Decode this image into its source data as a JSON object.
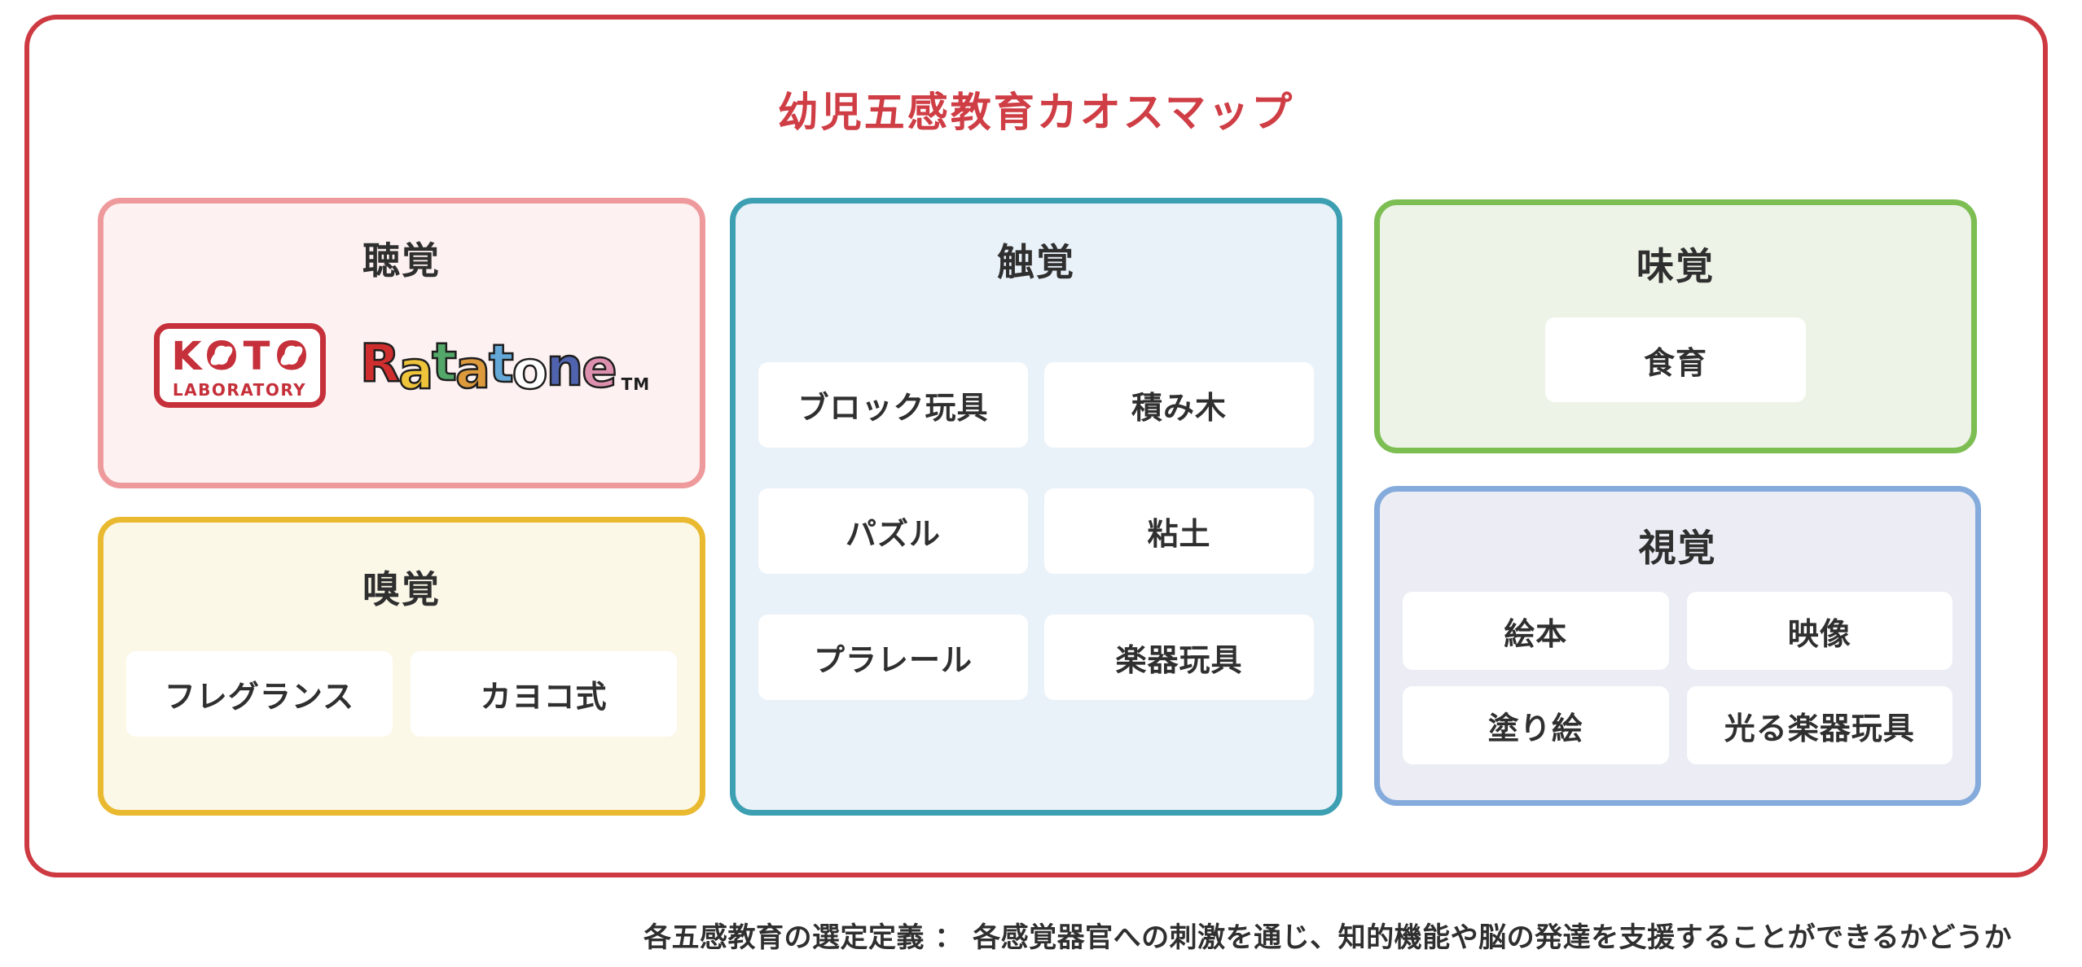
{
  "title": "幼児五感教育カオスマップ",
  "footnote": "各五感教育の選定定義 ： 各感覚器官への刺激を通じ、知的機能や脳の発達を支援することができるかどうか",
  "colors": {
    "frame_red": "#cd3a41",
    "title_red": "#cf3d45",
    "hearing_border": "#ee9a9c",
    "hearing_bg": "#fdf1f1",
    "smell_border": "#e9b930",
    "smell_bg": "#fbf8e8",
    "touch_border": "#3d9fb2",
    "touch_bg": "#e9f1f9",
    "taste_border": "#7dbe53",
    "taste_bg": "#edf3e7",
    "sight_border": "#84abdb",
    "sight_bg": "#ebecf4",
    "koto_red": "#c5303a"
  },
  "senses": {
    "hearing": {
      "label": "聴覚",
      "koto": {
        "letters": [
          "K",
          "O",
          "T",
          "O"
        ],
        "sub": "LABORATORY"
      },
      "ratatone": {
        "letters": [
          {
            "char": "R",
            "style": "color:#cf2e2e"
          },
          {
            "char": "a",
            "style": "color:#eec43b"
          },
          {
            "char": "t",
            "style": "color:#53a869"
          },
          {
            "char": "a",
            "style": "color:#dd9a3d"
          },
          {
            "char": "t",
            "style": "color:#64a8d8"
          },
          {
            "char": "o",
            "style": "color:#ffffff"
          },
          {
            "char": "n",
            "style": "color:#4f63ae"
          },
          {
            "char": "e",
            "style": "color:#dd8fae"
          }
        ],
        "tm": "TM"
      }
    },
    "smell": {
      "label": "嗅覚",
      "items": [
        "フレグランス",
        "カヨコ式"
      ]
    },
    "touch": {
      "label": "触覚",
      "items": [
        "ブロック玩具",
        "積み木",
        "パズル",
        "粘土",
        "プラレール",
        "楽器玩具"
      ]
    },
    "taste": {
      "label": "味覚",
      "items": [
        "食育"
      ]
    },
    "sight": {
      "label": "視覚",
      "items": [
        "絵本",
        "映像",
        "塗り絵",
        "光る楽器玩具"
      ]
    }
  }
}
